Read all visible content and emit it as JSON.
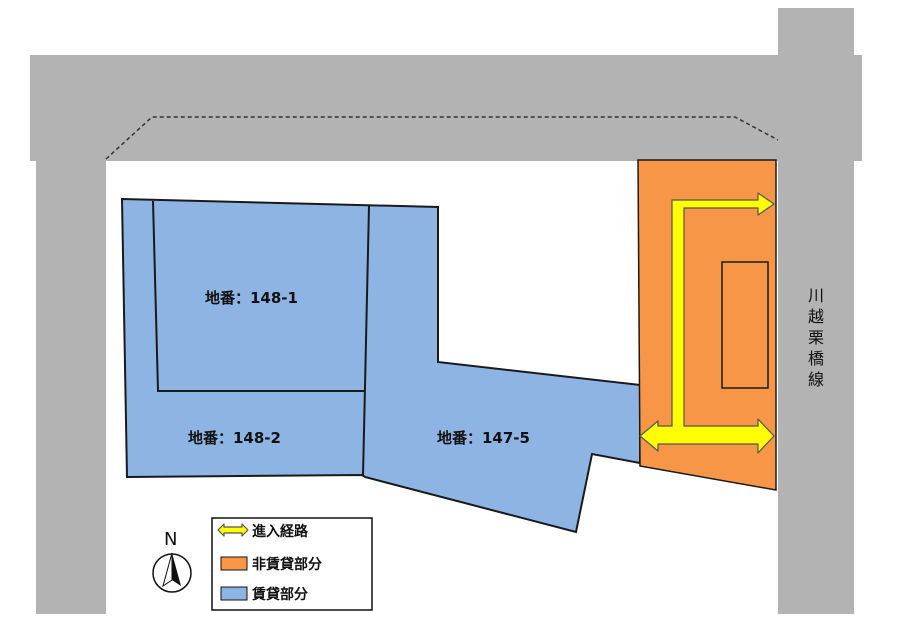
{
  "lots": [
    {
      "label": "地番：148-1"
    },
    {
      "label": "地番：148-2"
    },
    {
      "label": "地番：147-5"
    }
  ],
  "road": {
    "name_chars": [
      "川",
      "越",
      "栗",
      "橋",
      "線"
    ]
  },
  "legend": {
    "items": [
      {
        "label": "進入経路",
        "color": "#ffff00"
      },
      {
        "label": "非賃貸部分",
        "color": "#f79646"
      },
      {
        "label": "賃貸部分",
        "color": "#8eb4e3"
      }
    ]
  },
  "compass": {
    "label": "N"
  },
  "colors": {
    "road": "#b3b3b3",
    "leased": "#8eb4e3",
    "non_leased": "#f79646",
    "route": "#ffff00"
  }
}
